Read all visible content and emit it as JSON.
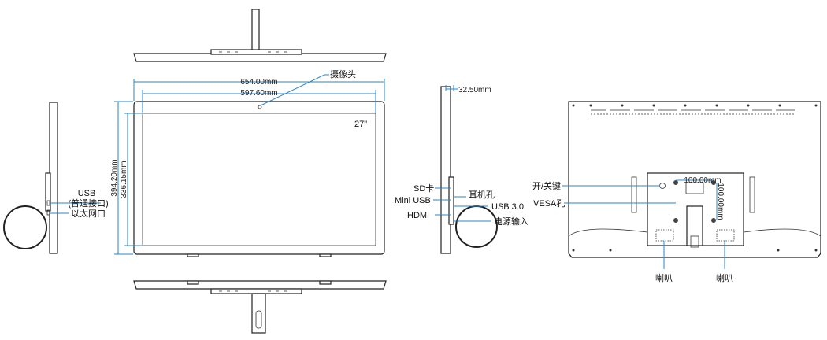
{
  "front": {
    "width_outer": "654.00mm",
    "width_inner": "597.60mm",
    "height_outer": "394.20mm",
    "height_inner": "336.15mm",
    "camera_label": "摄像头",
    "size_label": "27\""
  },
  "left_side": {
    "usb_label": "USB",
    "usb_sub": "(普通接口)",
    "ethernet_label": "以太网口"
  },
  "right_side": {
    "depth": "32.50mm",
    "sd_label": "SD卡",
    "mini_usb_label": "Mini USB",
    "hdmi_label": "HDMI",
    "earphone_label": "耳机孔",
    "usb3_label": "USB 3.0",
    "power_label": "电源输入"
  },
  "rear": {
    "power_switch_label": "开/关键",
    "vesa_label": "VESA孔",
    "vesa_h": "100.00mm",
    "vesa_v": "100.00mm",
    "speaker_left": "喇叭",
    "speaker_right": "喇叭"
  }
}
